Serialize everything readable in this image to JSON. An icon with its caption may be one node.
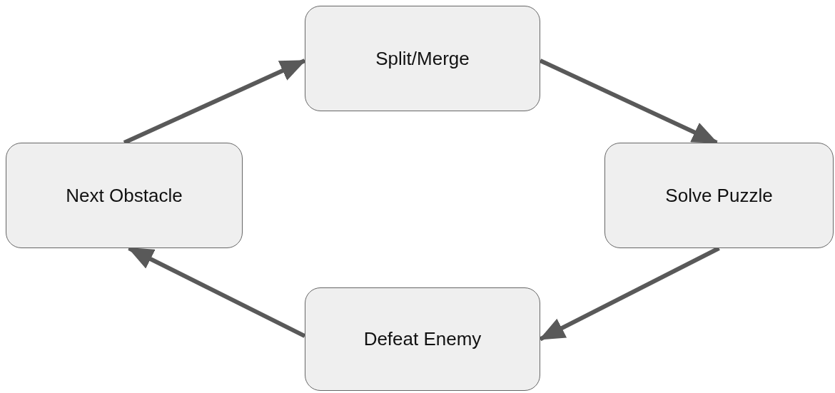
{
  "diagram": {
    "nodes": [
      {
        "text": [
          "Split/Merge"
        ]
      },
      {
        "text": [
          "Solve Puzzle"
        ]
      },
      {
        "text": [
          "Defeat Enemy"
        ]
      },
      {
        "text": [
          "Next Obstacle"
        ]
      }
    ],
    "edges": [
      {
        "from": 0,
        "to": 1,
        "arrow": "to"
      },
      {
        "from": 1,
        "to": 2,
        "arrow": "to"
      },
      {
        "from": 2,
        "to": 3,
        "arrow": "to"
      },
      {
        "from": 3,
        "to": 0,
        "arrow": "to"
      }
    ]
  }
}
